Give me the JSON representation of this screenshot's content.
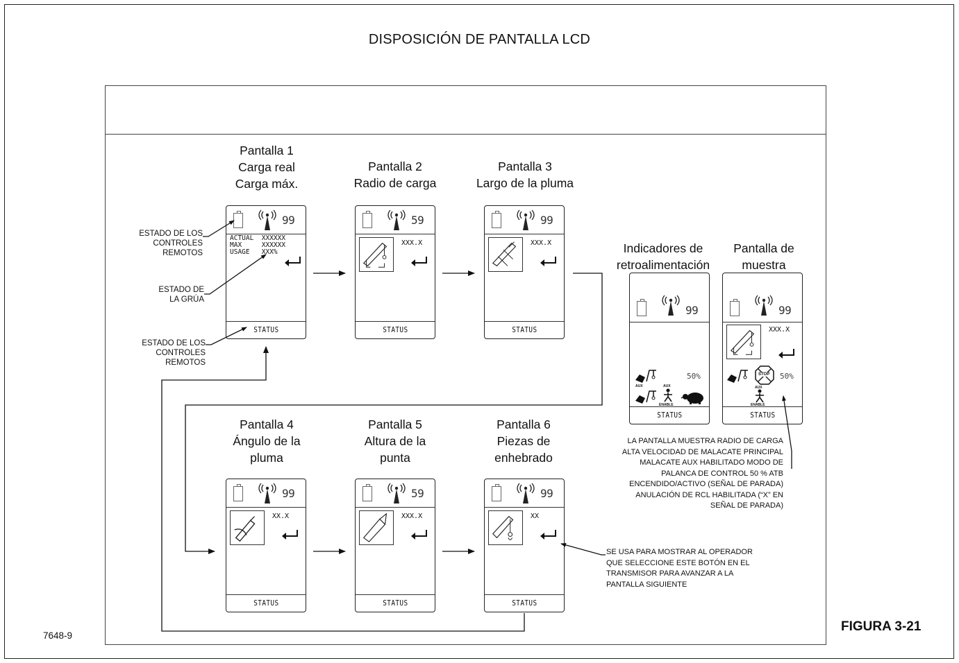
{
  "title": "DISPOSICIÓN DE PANTALLA LCD",
  "figure_label": "FIGURA 3-21",
  "figure_code": "7648-9",
  "screens": [
    {
      "caption": [
        "Pantalla 1",
        "Carga real",
        "Carga máx."
      ],
      "number": "99",
      "table": "ACTUAL  XXXXXX\nMAX     XXXXXX\nUSAGE   XXX%",
      "status": "STATUS"
    },
    {
      "caption": [
        "Pantalla 2",
        "Radio de carga"
      ],
      "number": "59",
      "value": "XXX.X",
      "status": "STATUS"
    },
    {
      "caption": [
        "Pantalla 3",
        "Largo de la pluma"
      ],
      "number": "99",
      "value": "XXX.X",
      "status": "STATUS"
    },
    {
      "caption": [
        "Pantalla 4",
        "Ángulo de la",
        "pluma"
      ],
      "number": "99",
      "value": "XX.X",
      "status": "STATUS"
    },
    {
      "caption": [
        "Pantalla 5",
        "Altura de la",
        "punta"
      ],
      "number": "59",
      "value": "XXX.X",
      "status": "STATUS"
    },
    {
      "caption": [
        "Pantalla 6",
        "Piezas de",
        "enhebrado"
      ],
      "number": "99",
      "value": "XX",
      "status": "STATUS"
    }
  ],
  "feedback_panel": {
    "caption": [
      "Indicadores de",
      "retroalimentación"
    ],
    "number": "99",
    "percent": "50%",
    "aux_label": "AUX",
    "enable_label": "ENABLE",
    "status": "STATUS"
  },
  "sample_panel": {
    "caption": [
      "Pantalla de",
      "muestra"
    ],
    "number": "99",
    "value": "XXX.X",
    "percent": "50%",
    "stop_label": "STOP",
    "aux_label": "AUX",
    "enable_label": "ENABLE",
    "status": "STATUS"
  },
  "annotations": {
    "remote_status_top": [
      "ESTADO DE LOS",
      "CONTROLES",
      "REMOTOS"
    ],
    "crane_status": [
      "ESTADO DE",
      "LA GRÚA"
    ],
    "remote_status_bottom": [
      "ESTADO DE LOS",
      "CONTROLES",
      "REMOTOS"
    ],
    "sample_desc": [
      "LA PANTALLA MUESTRA RADIO DE CARGA",
      "ALTA VELOCIDAD DE MALACATE PRINCIPAL",
      "MALACATE AUX HABILITADO MODO DE",
      "PALANCA DE CONTROL 50 % ATB",
      "ENCENDIDO/ACTIVO (SEÑAL DE PARADA)",
      "ANULACIÓN DE RCL HABILITADA (“X” EN",
      "SEÑAL DE PARADA)"
    ],
    "enter_desc": [
      "SE USA PARA MOSTRAR AL OPERADOR",
      "QUE SELECCIONE ESTE BOTÓN EN EL",
      "TRANSMISOR PARA AVANZAR A LA",
      "PANTALLA SIGUIENTE"
    ]
  }
}
